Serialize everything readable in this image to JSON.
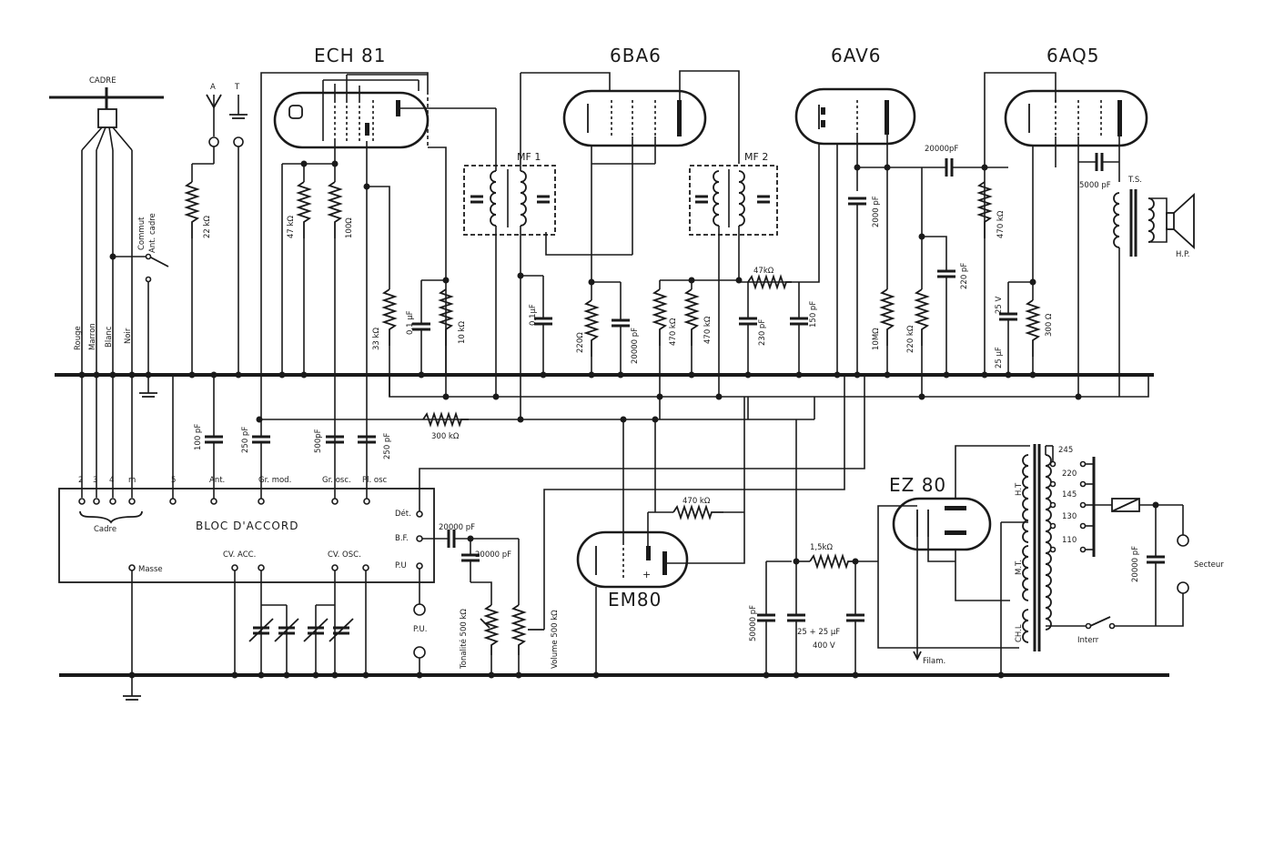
{
  "tubes": {
    "ech81": "ECH 81",
    "ba6": "6BA6",
    "av6": "6AV6",
    "aq5": "6AQ5",
    "em80": "EM80",
    "ez80": "EZ 80"
  },
  "frame": {
    "cadre": "CADRE",
    "commut": "Commut",
    "ant_cadre": "Ant. cadre",
    "wire_colors": [
      "Rouge",
      "Marron",
      "Blanc",
      "Noir"
    ]
  },
  "antenna": {
    "a": "A",
    "t": "T"
  },
  "resistors": {
    "r22k": "22 kΩ",
    "r47k_a": "47 kΩ",
    "r100": "100Ω",
    "r33k": "33 kΩ",
    "r10k": "10 kΩ",
    "r220": "220Ω",
    "r470k": "470 kΩ",
    "r470": "470 kΩ",
    "r47k_b": "47kΩ",
    "r10m": "10MΩ",
    "r220k": "220 kΩ",
    "r470k_b": "470 kΩ",
    "r300": "300 Ω",
    "r300k": "300 kΩ",
    "r470k_em": "470 kΩ",
    "r1k5": "1,5kΩ",
    "r500k_ton": "Tonalité 500 kΩ",
    "r500k_vol": "Volume 500 kΩ"
  },
  "capacitors": {
    "c01a": "0,1 μF",
    "c01b": "0,1μF",
    "c20000a": "20000 pF",
    "c230": "230 pF",
    "c150": "150 pF",
    "c2000": "2000 pF",
    "c20000b": "20000pF",
    "c220": "220 pF",
    "c5000": "5000 pF",
    "c25v": "25 V",
    "c25uf": "25 μF",
    "c100": "100 pF",
    "c250a": "250 pF",
    "c500": "500pF",
    "c250b": "250 pF",
    "c20000c": "20000 pF",
    "c20000d": "20000 pF",
    "c50000": "50000 pF",
    "c2525": "25 + 25 μF",
    "c400v": "400 V",
    "c20000e": "20000 pF"
  },
  "transformers": {
    "mf1": "MF 1",
    "mf2": "MF 2",
    "ts": "T.S.",
    "hp": "H.P."
  },
  "block": {
    "title": "BLOC D'ACCORD",
    "pins": [
      "2",
      "3",
      "4",
      "m",
      "5"
    ],
    "ant": "Ant.",
    "gr_mod": "Gr. mod.",
    "gr_osc": "Gr. osc.",
    "pl_osc": "Pl. osc",
    "cadre": "Cadre",
    "masse": "Masse",
    "cv_acc": "CV. ACC.",
    "cv_osc": "CV. OSC.",
    "det": "Dét.",
    "bf": "B.F.",
    "pu": "P.U"
  },
  "pu_jack": "P.U.",
  "power": {
    "taps": [
      "245",
      "220",
      "145",
      "130",
      "110"
    ],
    "ht": "H.T",
    "mt": "M.T.",
    "chl": "CH.L",
    "secteur": "Secteur",
    "interr": "Interr",
    "filam": "Filam."
  }
}
